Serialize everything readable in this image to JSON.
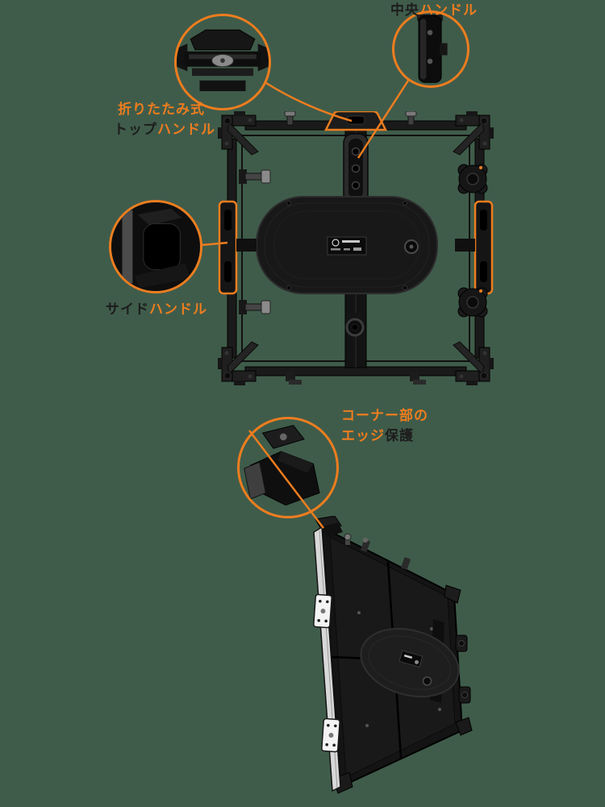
{
  "colors": {
    "background": "#3f5c4a",
    "accent": "#ed7d1f",
    "text_dark": "#1d1d1d",
    "hardware_black": "#141414",
    "edge_metal_light": "#d8d8d8"
  },
  "labels": {
    "center_handle": {
      "dark": "中央",
      "accent": "ハンドル"
    },
    "top_handle": {
      "line1_accent": "折りたたみ式",
      "line2_dark": "トップ",
      "line2_accent": "ハンドル"
    },
    "side_handle": {
      "dark": "サイド",
      "accent": "ハンドル"
    },
    "corner": {
      "line1_accent": "コーナー部の",
      "line2_accent": "エッジ",
      "line2_dark": "保護"
    }
  }
}
